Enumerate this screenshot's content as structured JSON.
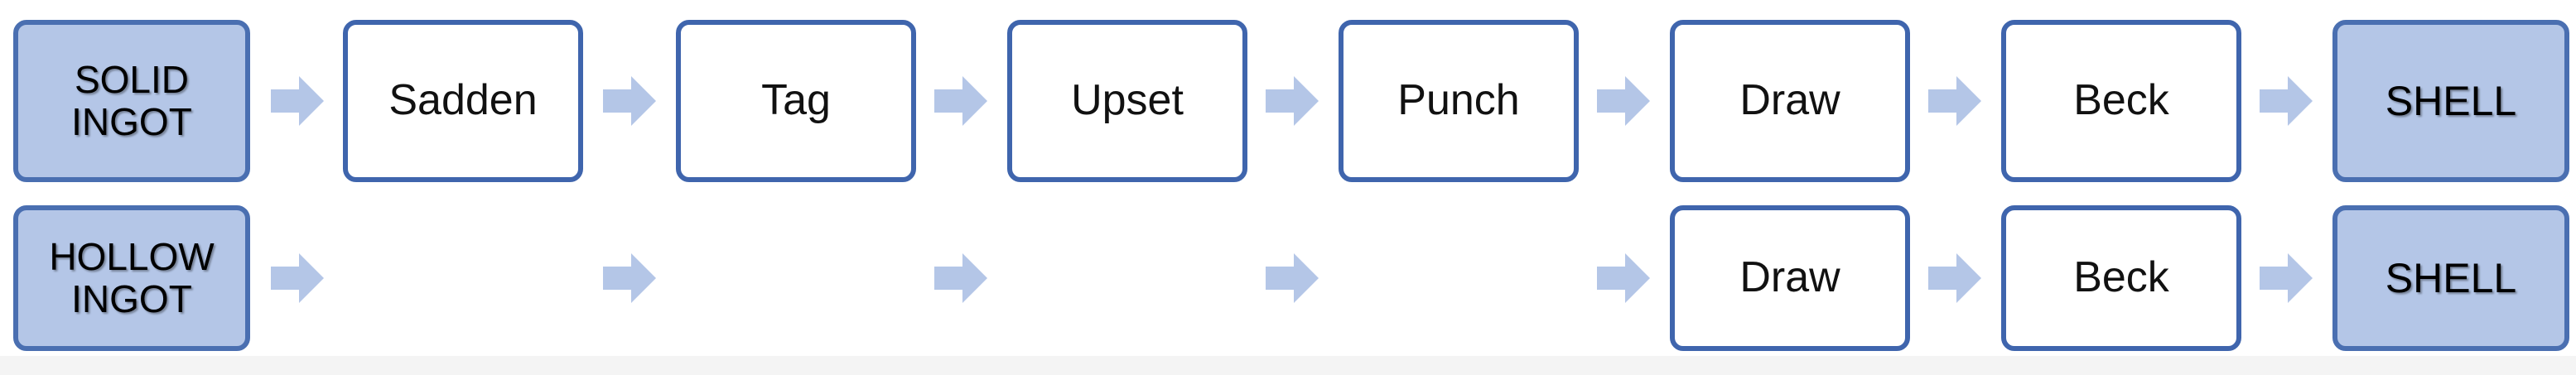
{
  "colors": {
    "border": "#4a6fb1",
    "terminal_fill": "#b4c6e7",
    "arrow": "#b4c6e7",
    "step_fill": "#ffffff"
  },
  "rows": [
    {
      "start": "SOLID INGOT",
      "steps": [
        "Sadden",
        "Tag",
        "Upset",
        "Punch",
        "Draw",
        "Beck"
      ],
      "end": "SHELL"
    },
    {
      "start": "HOLLOW INGOT",
      "steps": [
        "Draw",
        "Beck"
      ],
      "end": "SHELL"
    }
  ]
}
